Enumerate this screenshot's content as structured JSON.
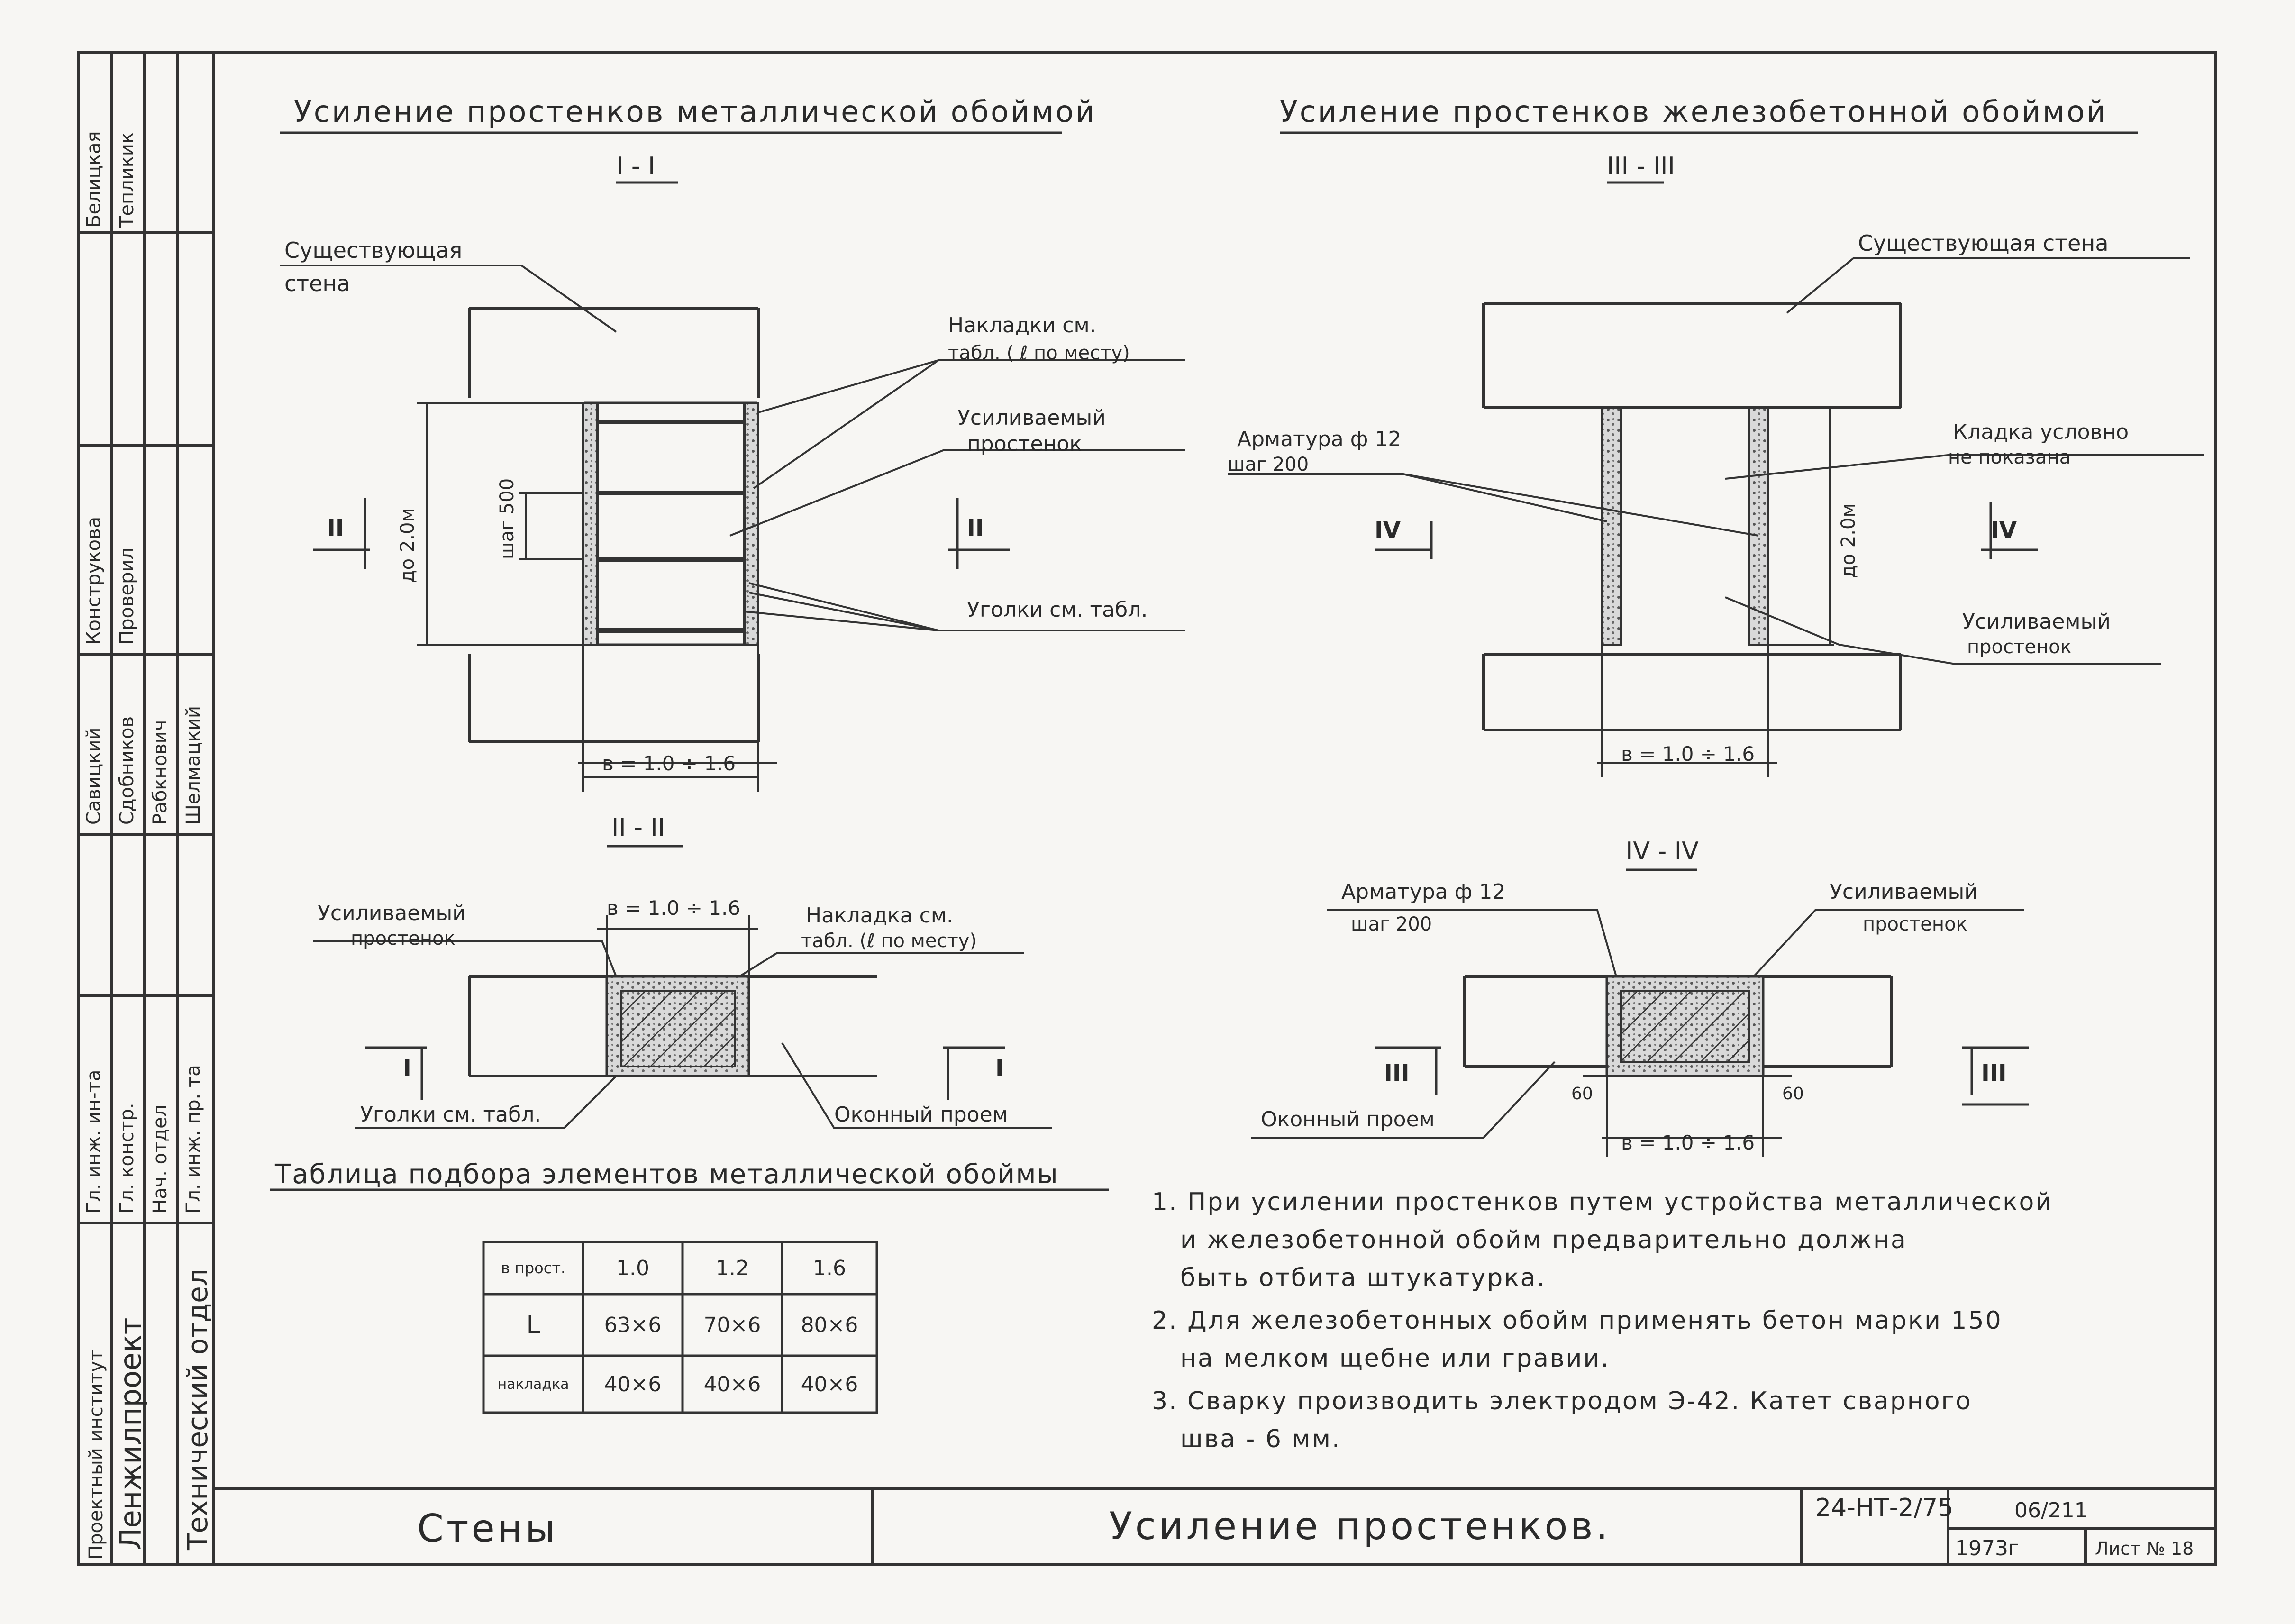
{
  "sheet": {
    "stamp": {
      "col1": [
        "Гл. инж. ин-та",
        "Гл. констр.",
        "Нач. отдел",
        "Гл. инж. пр. та"
      ],
      "col2": [
        "Савицкий",
        "Сдобников",
        "Рабкнович",
        "Шелмацкий"
      ],
      "col3": [
        "Конструкова",
        "Проверил"
      ],
      "col4": [
        "Белицкая",
        "Тепликик"
      ],
      "institute_label": "Проектный институт",
      "institute": "Ленжилпроект",
      "department": "Технический отдел"
    },
    "left": {
      "heading": "Усиление простенков металлической обоймой",
      "section_1": "I - I",
      "existing_wall": [
        "Существующая",
        "стена"
      ],
      "overlays_callout": [
        "Накладки см.",
        "табл. ( ℓ по месту)"
      ],
      "reinforced_pier": [
        "Усиливаемый",
        "простенок"
      ],
      "angles_callout": "Уголки см. табл.",
      "height_dim": "до 2.0м",
      "step_dim": "шаг 500",
      "width_dim": "в = 1.0 ÷ 1.6",
      "cut_left": "II",
      "cut_right": "II",
      "section_2": "II - II",
      "s2_pier": [
        "Усиливаемый",
        "простенок"
      ],
      "s2_width": "в = 1.0 ÷ 1.6",
      "s2_overlay": [
        "Накладка см.",
        "табл. (ℓ по месту)"
      ],
      "s2_angles": "Уголки см. табл.",
      "s2_window": "Оконный проем",
      "s2_cut_left": "I",
      "s2_cut_right": "I"
    },
    "right": {
      "heading": "Усиление простенков железобетонной обоймой",
      "section_3": "III - III",
      "existing_wall": "Существующая стена",
      "rebar": [
        "Арматура ф 12",
        "шаг 200"
      ],
      "masonry": [
        "Кладка условно",
        "не показана"
      ],
      "reinforced_pier": [
        "Усиливаемый",
        "простенок"
      ],
      "height_dim": "до 2.0м",
      "width_dim": "в = 1.0 ÷ 1.6",
      "cut_left": "IV",
      "cut_right": "IV",
      "section_4": "IV - IV",
      "s4_rebar": [
        "Арматура ф 12",
        "шаг 200"
      ],
      "s4_pier": [
        "Усиливаемый",
        "простенок"
      ],
      "s4_window": "Оконный проем",
      "s4_dim_60a": "60",
      "s4_dim_60b": "60",
      "s4_width": "в = 1.0 ÷ 1.6",
      "s4_cut_left": "III",
      "s4_cut_right": "III"
    },
    "table": {
      "title": "Таблица подбора элементов металлической обоймы",
      "rows": [
        [
          "в прост.",
          "1.0",
          "1.2",
          "1.6"
        ],
        [
          "L",
          "63×6",
          "70×6",
          "80×6"
        ],
        [
          "накладка",
          "40×6",
          "40×6",
          "40×6"
        ]
      ]
    },
    "notes": [
      "1. При усилении простенков путем устройства металлической",
      "и железобетонной обойм предварительно должна",
      "быть отбита штукатурка.",
      "2. Для железобетонных обойм применять бетон марки 150",
      "на мелком щебне или гравии.",
      "3. Сварку производить электродом Э-42. Катет сварного",
      "шва - 6 мм."
    ],
    "title_block": {
      "section": "Стены",
      "title": "Усиление простенков.",
      "code": "24-НТ-2/75",
      "number": "06/211",
      "year": "1973г",
      "sheet": "Лист № 18"
    }
  }
}
